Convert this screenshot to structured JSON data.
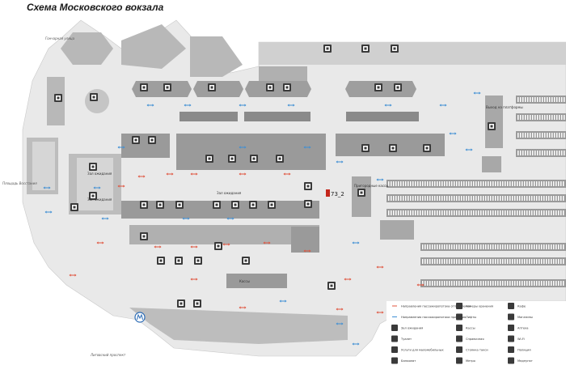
{
  "title": "Схема Московского вокзала",
  "tag": "73_2",
  "streets": {
    "gonchar": "Гончарная улица",
    "square": "Площадь Восстания",
    "ligovsky": "Лиговский проспект"
  },
  "labels": {
    "hall_waiting_1": "Зал ожидания",
    "hall_waiting_2": "Зал ожидания",
    "hall_waiting_3": "Зал ожидания",
    "info": "Пригородные кассы",
    "platform_entry": "Выход на платформы",
    "tickets": "Кассы"
  },
  "colors": {
    "building": "#e9e9e9",
    "block": "#9a9a9a",
    "icon": "#404040",
    "arrow_red": "#e0553f",
    "arrow_blue": "#3e8ed4",
    "tag": "#c4271c",
    "metro": "#2b6bb5"
  },
  "legend": [
    {
      "icon": "arrow-red-icon",
      "text": "Направления пассажиропотока отправления"
    },
    {
      "icon": "arrow-blue-icon",
      "text": "Направления пассажиропотока прибытия"
    },
    {
      "icon": "waiting-hall-icon",
      "text": "Зал ожидания"
    },
    {
      "icon": "toilet-icon",
      "text": "Туалет"
    },
    {
      "icon": "accessible-icon",
      "text": "Услуги для маломобильных"
    },
    {
      "icon": "atm-icon",
      "text": "Банкомат"
    },
    {
      "icon": "luggage-icon",
      "text": "Камеры хранения"
    },
    {
      "icon": "lift-icon",
      "text": "Лифты"
    },
    {
      "icon": "ticket-icon",
      "text": "Кассы"
    },
    {
      "icon": "info-icon",
      "text": "Справочная"
    },
    {
      "icon": "taxi-icon",
      "text": "Стоянка такси"
    },
    {
      "icon": "metro-icon",
      "text": "Метро"
    },
    {
      "icon": "cafe-icon",
      "text": "Кафе"
    },
    {
      "icon": "shop-icon",
      "text": "Магазины"
    },
    {
      "icon": "pharmacy-icon",
      "text": "Аптека"
    },
    {
      "icon": "wifi-icon",
      "text": "Wi-Fi"
    },
    {
      "icon": "police-icon",
      "text": "Полиция"
    },
    {
      "icon": "medical-icon",
      "text": "Медпункт"
    }
  ]
}
